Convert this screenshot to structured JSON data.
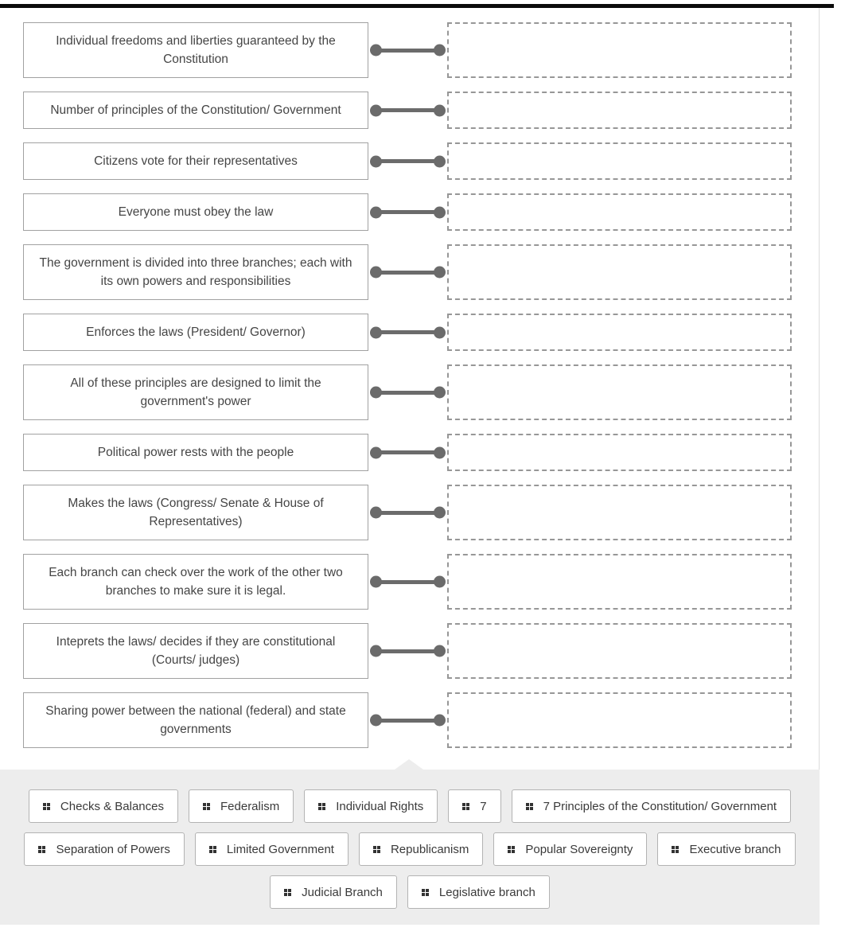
{
  "page": {
    "top_bar_color": "#0b0b0b",
    "content_border_color": "#dcdcdc",
    "tray_background": "#ededed",
    "connector_color": "#6b6b6b",
    "drop_zone_border_color": "#979797",
    "prompt_border_color": "#a1a1a1",
    "chip_border_color": "#b3b3b3",
    "text_color": "#454545"
  },
  "matching": {
    "rows": [
      {
        "prompt": "Individual freedoms and liberties guaranteed by the Constitution"
      },
      {
        "prompt": "Number of principles of the Constitution/ Government"
      },
      {
        "prompt": "Citizens vote for their representatives"
      },
      {
        "prompt": "Everyone must obey the law"
      },
      {
        "prompt": "The government is divided into three branches; each with its own powers and responsibilities"
      },
      {
        "prompt": "Enforces the laws (President/ Governor)"
      },
      {
        "prompt": "All of these principles are designed to limit the government's power"
      },
      {
        "prompt": "Political power rests with the people"
      },
      {
        "prompt": "Makes the laws (Congress/ Senate & House of Representatives)"
      },
      {
        "prompt": "Each branch can check over the work of the other two branches to make sure it is legal."
      },
      {
        "prompt": "Inteprets the laws/ decides if they are constitutional (Courts/ judges)"
      },
      {
        "prompt": "Sharing power between the national (federal) and state governments"
      }
    ]
  },
  "tray": {
    "rows": [
      [
        {
          "label": "Checks & Balances"
        },
        {
          "label": "Federalism"
        },
        {
          "label": "Individual Rights"
        },
        {
          "label": "7"
        },
        {
          "label": "7 Principles of the Constitution/ Government"
        }
      ],
      [
        {
          "label": "Separation of Powers"
        },
        {
          "label": "Limited Government"
        },
        {
          "label": "Republicanism"
        },
        {
          "label": "Popular Sovereignty"
        },
        {
          "label": "Executive branch"
        }
      ],
      [
        {
          "label": "Judicial Branch"
        },
        {
          "label": "Legislative branch"
        }
      ]
    ],
    "drag_handle_icon": "grip-dots-2x2"
  }
}
